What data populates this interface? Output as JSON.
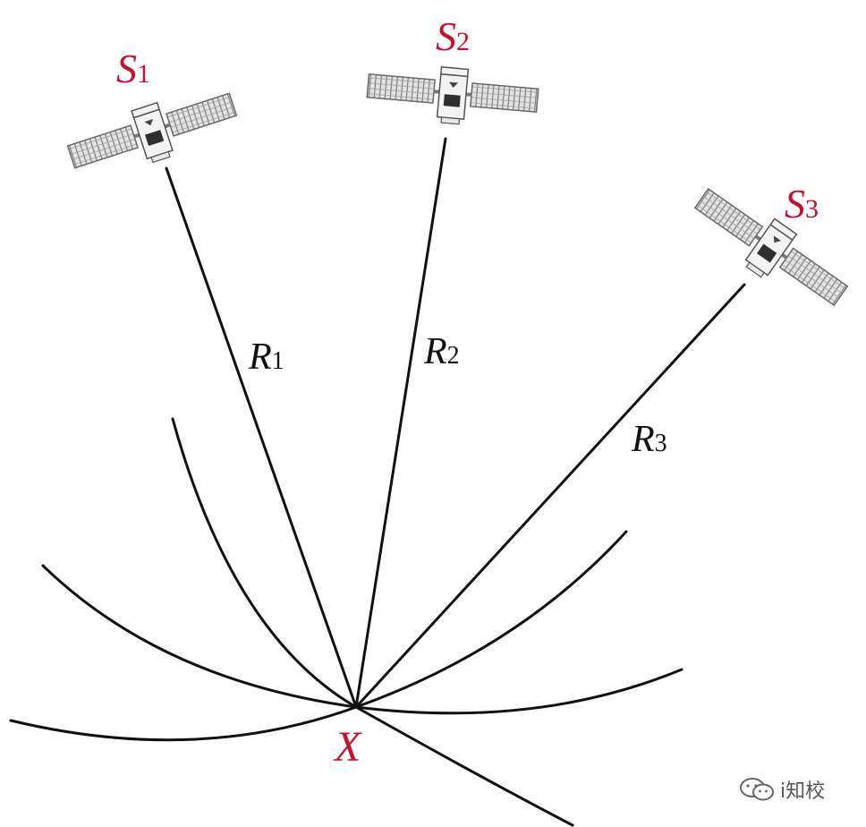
{
  "diagram": {
    "satellites": [
      {
        "id": "s1",
        "label": "S",
        "subscript": "1"
      },
      {
        "id": "s2",
        "label": "S",
        "subscript": "2"
      },
      {
        "id": "s3",
        "label": "S",
        "subscript": "3"
      }
    ],
    "ranges": [
      {
        "id": "r1",
        "label": "R",
        "subscript": "1"
      },
      {
        "id": "r2",
        "label": "R",
        "subscript": "2"
      },
      {
        "id": "r3",
        "label": "R",
        "subscript": "3"
      }
    ],
    "receiver": {
      "label": "X"
    }
  },
  "colors": {
    "satellite_label": "#c8102e",
    "receiver_label": "#c8102e",
    "line": "#111111",
    "range_label": "#111111"
  },
  "watermark": {
    "icon": "wechat-icon",
    "text": "i知校"
  }
}
